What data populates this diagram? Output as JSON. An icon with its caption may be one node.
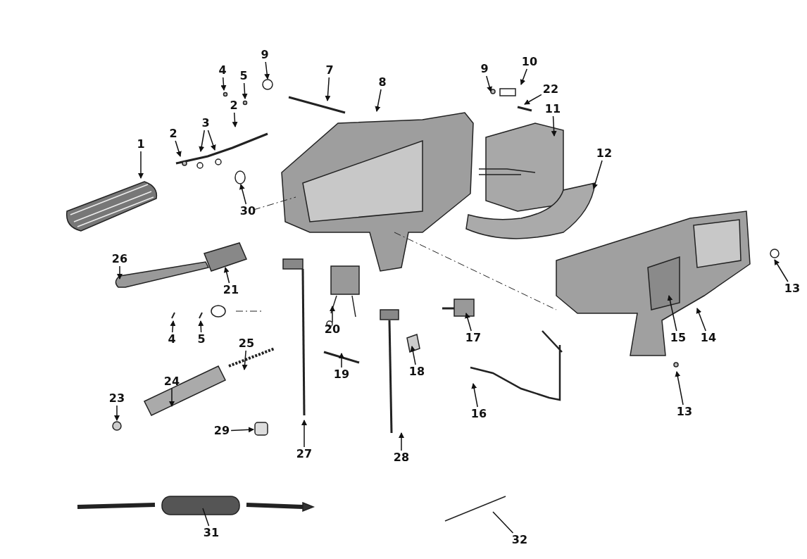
{
  "diagram": {
    "nodes": [
      {
        "text": [
          "9"
        ]
      },
      {
        "text": [
          "7"
        ]
      },
      {
        "text": [
          "9"
        ]
      },
      {
        "text": [
          "10"
        ]
      },
      {
        "text": [
          "4"
        ]
      },
      {
        "text": [
          "5"
        ]
      },
      {
        "text": [
          "8"
        ]
      },
      {
        "text": [
          "22"
        ]
      },
      {
        "text": [
          "3"
        ]
      },
      {
        "text": [
          "2"
        ]
      },
      {
        "text": [
          "11"
        ]
      },
      {
        "text": [
          "2"
        ]
      },
      {
        "text": [
          "1"
        ]
      },
      {
        "text": [
          "12"
        ]
      },
      {
        "text": [
          "30"
        ]
      },
      {
        "text": [
          "26"
        ]
      },
      {
        "text": [
          "21"
        ]
      },
      {
        "text": [
          "13"
        ]
      },
      {
        "text": [
          "20"
        ]
      },
      {
        "text": [
          "4"
        ]
      },
      {
        "text": [
          "5"
        ]
      },
      {
        "text": [
          "17"
        ]
      },
      {
        "text": [
          "15"
        ]
      },
      {
        "text": [
          "14"
        ]
      },
      {
        "text": [
          "25"
        ]
      },
      {
        "text": [
          "19"
        ]
      },
      {
        "text": [
          "18"
        ]
      },
      {
        "text": [
          "24"
        ]
      },
      {
        "text": [
          "23"
        ]
      },
      {
        "text": [
          "13"
        ]
      },
      {
        "text": [
          "16"
        ]
      },
      {
        "text": [
          "29"
        ]
      },
      {
        "text": [
          "27"
        ]
      },
      {
        "text": [
          "28"
        ]
      },
      {
        "text": [
          "31"
        ]
      },
      {
        "text": [
          "32"
        ]
      }
    ],
    "edges": [
      {
        "from": 0,
        "to": null,
        "arrow": "to"
      },
      {
        "from": 1,
        "to": null,
        "arrow": "to"
      },
      {
        "from": 2,
        "to": null,
        "arrow": "to"
      },
      {
        "from": 3,
        "to": null,
        "arrow": "to"
      },
      {
        "from": 4,
        "to": null,
        "arrow": "to"
      },
      {
        "from": 5,
        "to": null,
        "arrow": "to"
      },
      {
        "from": 6,
        "to": null,
        "arrow": "to"
      },
      {
        "from": 7,
        "to": null,
        "arrow": "to"
      },
      {
        "from": 8,
        "to": null,
        "arrow": "to"
      },
      {
        "from": 8,
        "to": null,
        "arrow": "to"
      },
      {
        "from": 9,
        "to": null,
        "arrow": "to"
      },
      {
        "from": 10,
        "to": null,
        "arrow": "to"
      },
      {
        "from": 11,
        "to": null,
        "arrow": "to"
      },
      {
        "from": 12,
        "to": null,
        "arrow": "to"
      },
      {
        "from": 13,
        "to": null,
        "arrow": "to"
      },
      {
        "from": 14,
        "to": null,
        "arrow": "to"
      },
      {
        "from": 15,
        "to": null,
        "arrow": "to"
      },
      {
        "from": 16,
        "to": null,
        "arrow": "to"
      },
      {
        "from": 17,
        "to": null,
        "arrow": "to"
      },
      {
        "from": 18,
        "to": null,
        "arrow": "to"
      },
      {
        "from": 19,
        "to": null,
        "arrow": "to"
      },
      {
        "from": 20,
        "to": null,
        "arrow": "to"
      },
      {
        "from": 21,
        "to": null,
        "arrow": "to"
      },
      {
        "from": 22,
        "to": null,
        "arrow": "to"
      },
      {
        "from": 23,
        "to": null,
        "arrow": "to"
      },
      {
        "from": 24,
        "to": null,
        "arrow": "to"
      },
      {
        "from": 25,
        "to": null,
        "arrow": "to"
      },
      {
        "from": 26,
        "to": null,
        "arrow": "to"
      },
      {
        "from": 27,
        "to": null,
        "arrow": "to"
      },
      {
        "from": 28,
        "to": null,
        "arrow": "to"
      },
      {
        "from": 29,
        "to": null,
        "arrow": "to"
      },
      {
        "from": 30,
        "to": null,
        "arrow": "to"
      },
      {
        "from": 31,
        "to": null,
        "arrow": "to"
      },
      {
        "from": 32,
        "to": null,
        "arrow": "to"
      },
      {
        "from": 33,
        "to": null,
        "arrow": "to"
      },
      {
        "from": 34,
        "to": null,
        "arrow": "none"
      },
      {
        "from": 35,
        "to": null,
        "arrow": "none"
      }
    ]
  }
}
